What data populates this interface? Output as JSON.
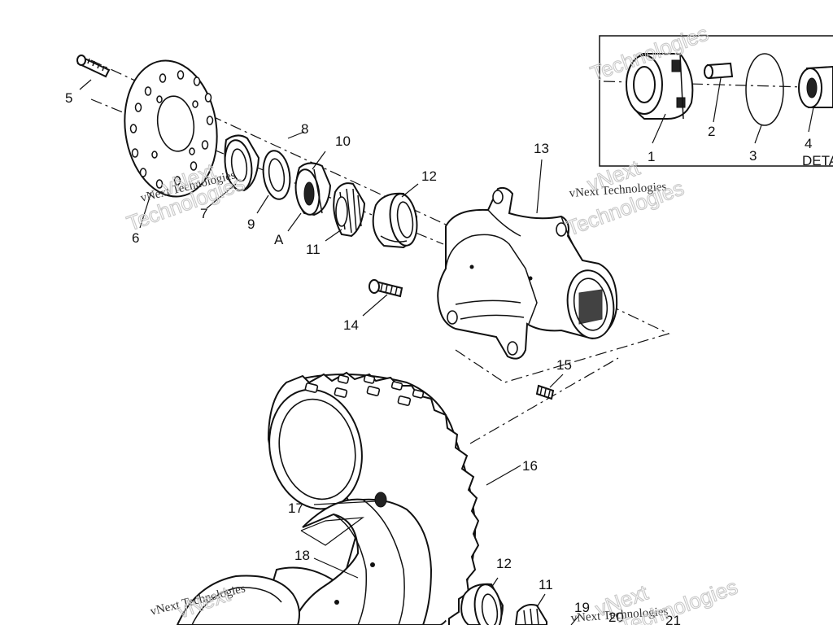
{
  "diagram": {
    "callouts": {
      "c1": "1",
      "c2": "2",
      "c3": "3",
      "c4": "4",
      "detail": "DETA",
      "c5": "5",
      "c6": "6",
      "c7": "7",
      "c8": "8",
      "c9": "9",
      "c10": "10",
      "c11": "11",
      "c12": "12",
      "c13": "13",
      "c14": "14",
      "c15": "15",
      "c16": "16",
      "c17": "17",
      "c18": "18",
      "cA": "A",
      "c12b": "12",
      "c11b": "11",
      "c19": "19",
      "c20": "20",
      "c21": "21"
    },
    "watermark": {
      "line1": "vNext Technologies",
      "word1": "vNext",
      "word2": "Technologies"
    }
  }
}
